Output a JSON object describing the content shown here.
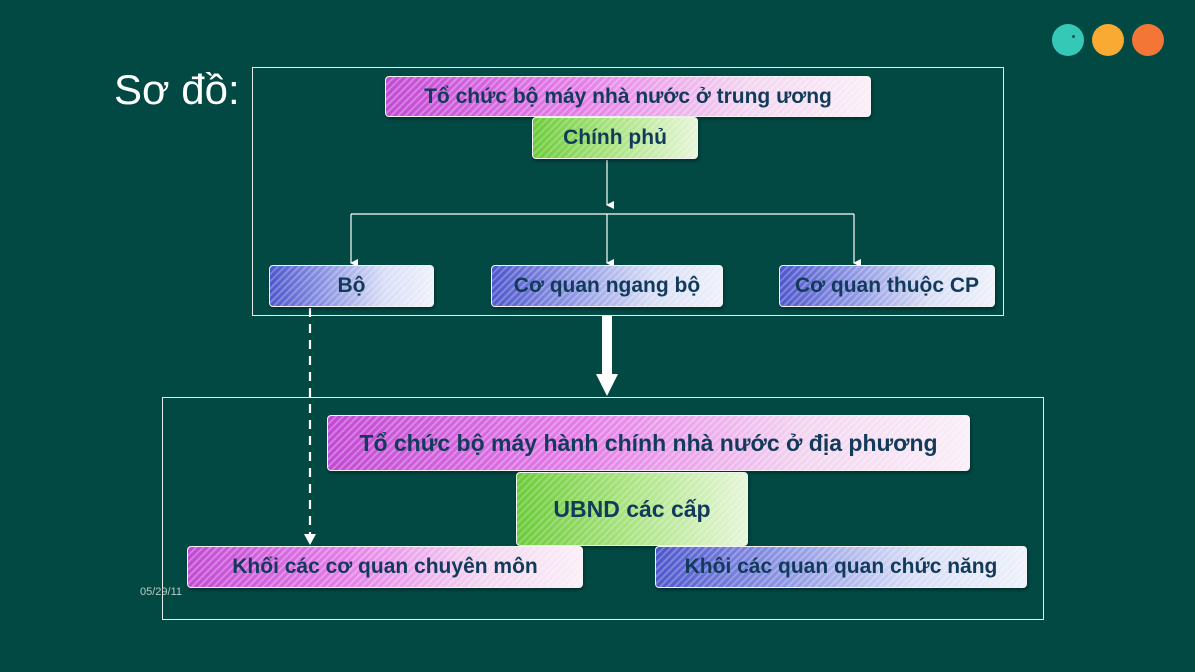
{
  "heading": "Sơ đồ:",
  "date": "05/29/11",
  "decor_dots": [
    "#36c8b7",
    "#f8aa32",
    "#f37636"
  ],
  "central": {
    "title": "Tổ chức bộ máy nhà nước ở trung ương",
    "government": "Chính phủ",
    "units": [
      "Bộ",
      "Cơ quan ngang bộ",
      "Cơ quan thuộc CP"
    ]
  },
  "local": {
    "title": "Tổ chức bộ máy hành chính nhà nước ở địa phương",
    "committee": "UBND các cấp",
    "units": [
      "Khối các cơ quan chuyên môn",
      "Khôi các quan quan chức năng"
    ]
  },
  "colors": {
    "background": "#024943",
    "box_text": "#123a5a",
    "pink_box": "#c24ad4",
    "green_box": "#6ccb3a",
    "blue_box": "#4e57cc"
  }
}
